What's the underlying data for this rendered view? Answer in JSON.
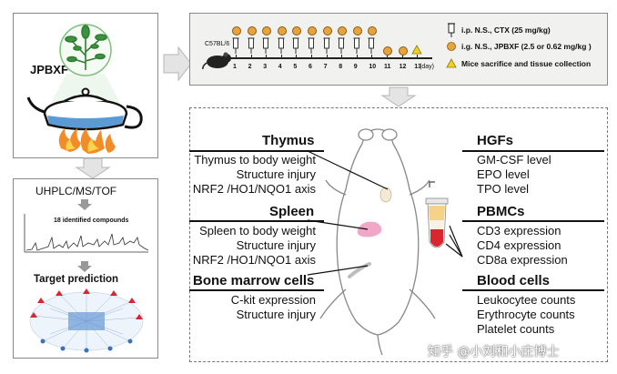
{
  "left_top": {
    "title": "JPBXF"
  },
  "left_bottom": {
    "method": "UHPLC/MS/TOF",
    "compounds": "18 identified compounds",
    "prediction": "Target prediction"
  },
  "timeline": {
    "mouse_label": "C57BL/6",
    "days": [
      "1",
      "2",
      "3",
      "4",
      "5",
      "6",
      "7",
      "8",
      "9",
      "10",
      "11",
      "12",
      "13"
    ],
    "day_unit": "(day)",
    "legend": [
      {
        "icon": "syringe-icon",
        "text": "i.p. N.S., CTX (25 mg/kg)"
      },
      {
        "icon": "orange-dot-icon",
        "text": "i.g. N.S., JPBXF (2.5 or 0.62 mg/kg )"
      },
      {
        "icon": "triangle-icon",
        "text": "Mice sacrifice and tissue collection"
      }
    ]
  },
  "left_col": [
    {
      "heading": "Thymus",
      "items": [
        "Thymus to body weight",
        "Structure injury",
        "NRF2 /HO1/NQO1 axis"
      ]
    },
    {
      "heading": "Spleen",
      "items": [
        "Spleen to body weight",
        "Structure injury",
        "NRF2 /HO1/NQO1 axis"
      ]
    },
    {
      "heading": "Bone marrow cells",
      "items": [
        "C-kit expression",
        "Structure injury"
      ]
    }
  ],
  "right_col": [
    {
      "heading": "HGFs",
      "items": [
        "GM-CSF level",
        "EPO level",
        "TPO level"
      ]
    },
    {
      "heading": "PBMCs",
      "items": [
        "CD3 expression",
        "CD4 expression",
        "CD8a expression"
      ]
    },
    {
      "heading": "Blood cells",
      "items": [
        "Leukocytee counts",
        "Erythrocyte counts",
        "Platelet counts"
      ]
    }
  ],
  "watermark": "知乎 @小刘和小庄博士",
  "colors": {
    "orange": "#e8a33c",
    "triangle": "#f3d21d",
    "spleen": "#f0a7c8",
    "blood": "#d7262f",
    "water": "#5b9bd5"
  }
}
